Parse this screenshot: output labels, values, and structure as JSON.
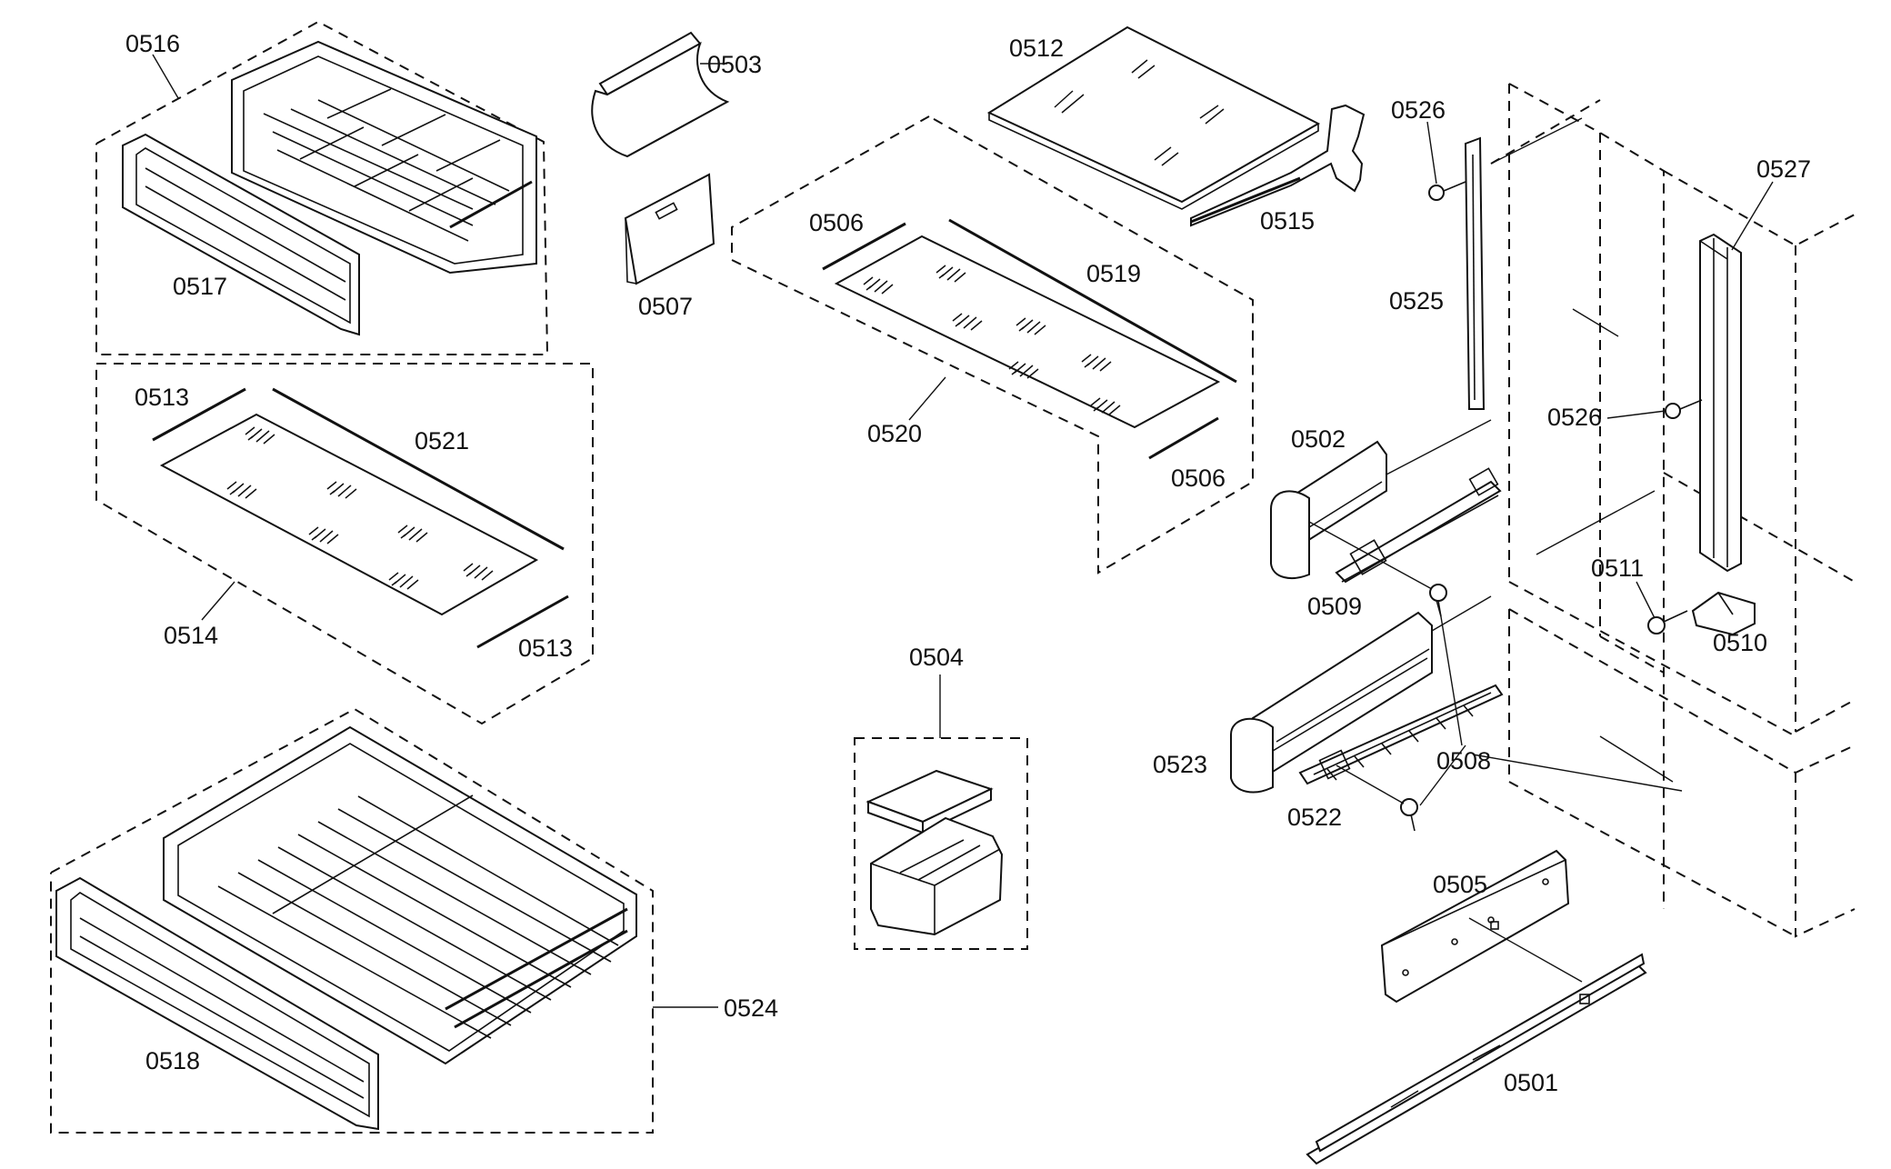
{
  "diagram": {
    "labels": {
      "p0516": "0516",
      "p0517": "0517",
      "p0503": "0503",
      "p0507": "0507",
      "p0512": "0512",
      "p0515": "0515",
      "p0506a": "0506",
      "p0519": "0519",
      "p0520": "0520",
      "p0506b": "0506",
      "p0526a": "0526",
      "p0525": "0525",
      "p0527": "0527",
      "p0526b": "0526",
      "p0513a": "0513",
      "p0521": "0521",
      "p0514": "0514",
      "p0513b": "0513",
      "p0502": "0502",
      "p0509": "0509",
      "p0511": "0511",
      "p0510": "0510",
      "p0504": "0504",
      "p0523": "0523",
      "p0508": "0508",
      "p0522": "0522",
      "p0524": "0524",
      "p0518": "0518",
      "p0505": "0505",
      "p0501": "0501"
    }
  }
}
